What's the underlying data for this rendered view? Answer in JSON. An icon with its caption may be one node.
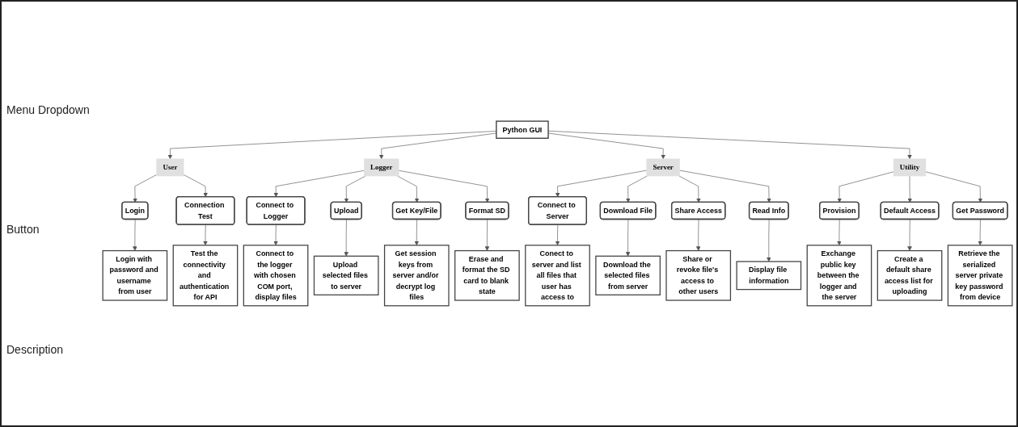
{
  "diagram": {
    "nodes": [
      {
        "text": [
          "Python GUI"
        ]
      },
      {
        "text": [
          "User"
        ]
      },
      {
        "text": [
          "Logger"
        ]
      },
      {
        "text": [
          "Server"
        ]
      },
      {
        "text": [
          "Utility"
        ]
      },
      {
        "text": [
          "Login"
        ]
      },
      {
        "text": [
          "Connection Test"
        ]
      },
      {
        "text": [
          "Connect to Logger"
        ]
      },
      {
        "text": [
          "Upload"
        ]
      },
      {
        "text": [
          "Get Key/File"
        ]
      },
      {
        "text": [
          "Format SD"
        ]
      },
      {
        "text": [
          "Connect to Server"
        ]
      },
      {
        "text": [
          "Download File"
        ]
      },
      {
        "text": [
          "Share Access"
        ]
      },
      {
        "text": [
          "Read Info"
        ]
      },
      {
        "text": [
          "Provision"
        ]
      },
      {
        "text": [
          "Default Access"
        ]
      },
      {
        "text": [
          "Get Password"
        ]
      },
      {
        "text": [
          "Login with password and username from user"
        ]
      },
      {
        "text": [
          "Test the connectivity and authentication for API"
        ]
      },
      {
        "text": [
          "Connect to the logger with chosen COM port, display files"
        ]
      },
      {
        "text": [
          "Upload selected files to server"
        ]
      },
      {
        "text": [
          "Get session keys from server and/or decrypt log files"
        ]
      },
      {
        "text": [
          "Erase and format the SD card to blank state"
        ]
      },
      {
        "text": [
          "Conect to server and list all files that user has access to"
        ]
      },
      {
        "text": [
          "Download the selected files from server"
        ]
      },
      {
        "text": [
          "Share or revoke file's access to other users"
        ]
      },
      {
        "text": [
          "Display file information"
        ]
      },
      {
        "text": [
          "Exchange public key between the logger and the server"
        ]
      },
      {
        "text": [
          "Create a default share access list for uploading"
        ]
      },
      {
        "text": [
          "Retrieve the serialized server private key password from device"
        ]
      }
    ],
    "edges": [
      {
        "from": 0,
        "to": 1,
        "arrow": "to"
      },
      {
        "from": 0,
        "to": 2,
        "arrow": "to"
      },
      {
        "from": 0,
        "to": 3,
        "arrow": "to"
      },
      {
        "from": 0,
        "to": 4,
        "arrow": "to"
      },
      {
        "from": 1,
        "to": 5,
        "arrow": "to"
      },
      {
        "from": 1,
        "to": 6,
        "arrow": "to"
      },
      {
        "from": 2,
        "to": 7,
        "arrow": "to"
      },
      {
        "from": 2,
        "to": 8,
        "arrow": "to"
      },
      {
        "from": 2,
        "to": 9,
        "arrow": "to"
      },
      {
        "from": 2,
        "to": 10,
        "arrow": "to"
      },
      {
        "from": 3,
        "to": 11,
        "arrow": "to"
      },
      {
        "from": 3,
        "to": 12,
        "arrow": "to"
      },
      {
        "from": 3,
        "to": 13,
        "arrow": "to"
      },
      {
        "from": 3,
        "to": 14,
        "arrow": "to"
      },
      {
        "from": 4,
        "to": 15,
        "arrow": "to"
      },
      {
        "from": 4,
        "to": 16,
        "arrow": "to"
      },
      {
        "from": 4,
        "to": 17,
        "arrow": "to"
      },
      {
        "from": 5,
        "to": 18,
        "arrow": "to"
      },
      {
        "from": 6,
        "to": 19,
        "arrow": "to"
      },
      {
        "from": 7,
        "to": 20,
        "arrow": "to"
      },
      {
        "from": 8,
        "to": 21,
        "arrow": "to"
      },
      {
        "from": 9,
        "to": 22,
        "arrow": "to"
      },
      {
        "from": 10,
        "to": 23,
        "arrow": "to"
      },
      {
        "from": 11,
        "to": 24,
        "arrow": "to"
      },
      {
        "from": 12,
        "to": 25,
        "arrow": "to"
      },
      {
        "from": 13,
        "to": 26,
        "arrow": "to"
      },
      {
        "from": 14,
        "to": 27,
        "arrow": "to"
      },
      {
        "from": 15,
        "to": 28,
        "arrow": "to"
      },
      {
        "from": 16,
        "to": 29,
        "arrow": "to"
      },
      {
        "from": 17,
        "to": 30,
        "arrow": "to"
      }
    ],
    "labels": [
      "Menu Dropdown",
      "Button",
      "Description"
    ]
  }
}
